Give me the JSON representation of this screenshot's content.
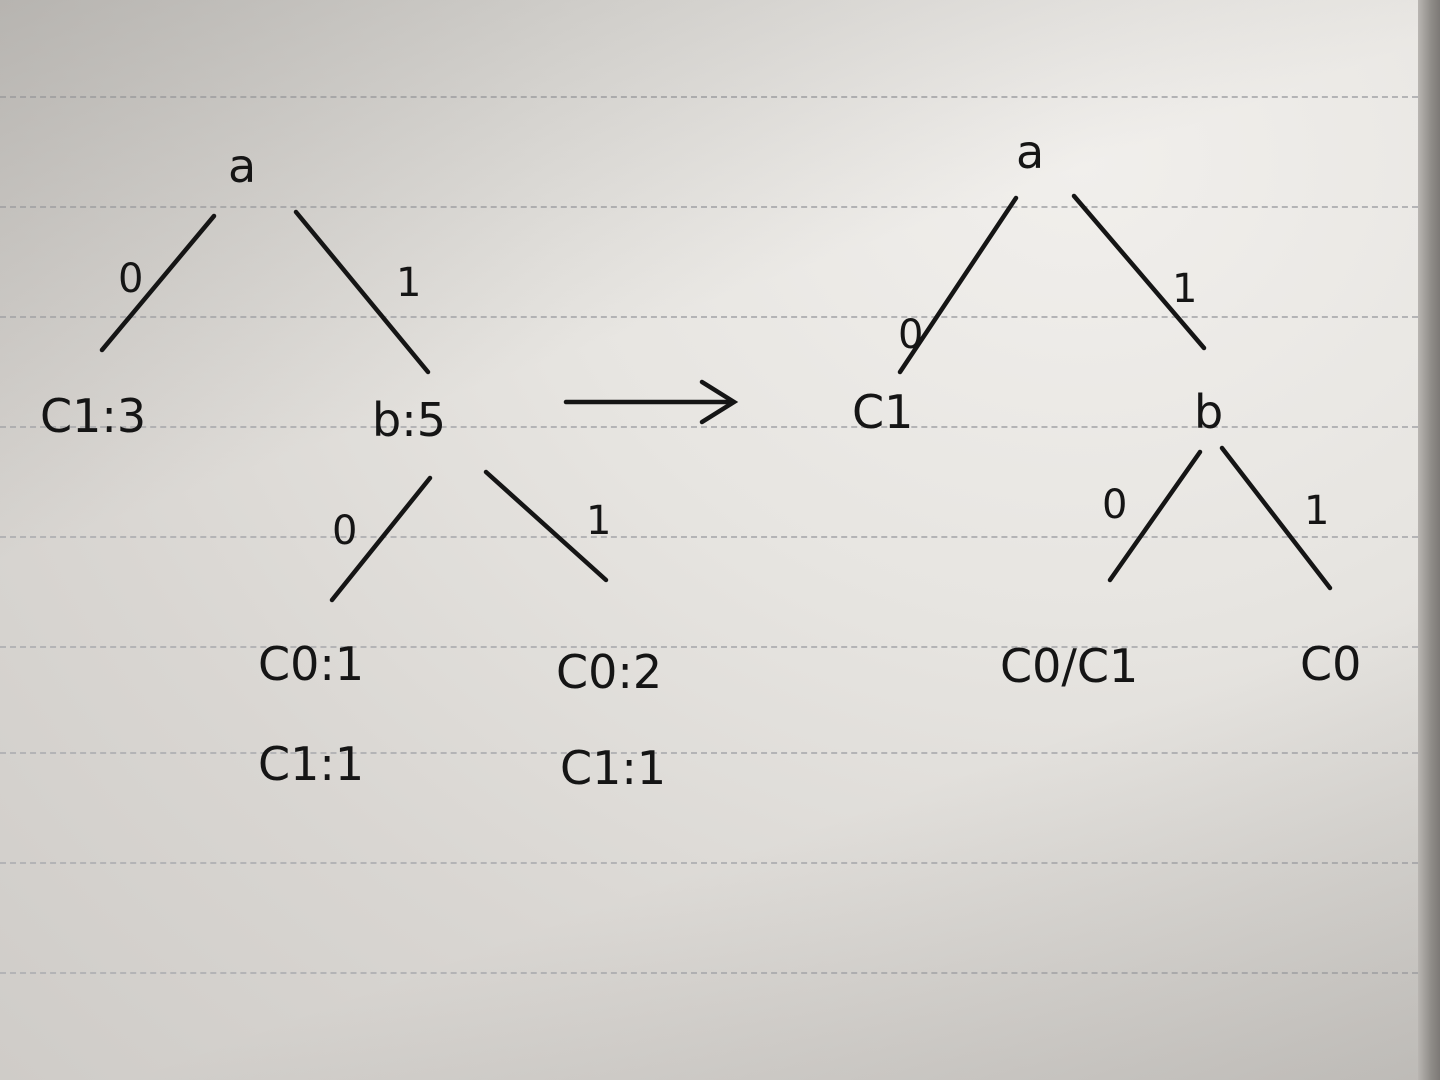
{
  "left_tree": {
    "root": "a",
    "edge_left": "0",
    "edge_right": "1",
    "leaf_left": "C1:3",
    "node_b": "b:5",
    "b_edge_left": "0",
    "b_edge_right": "1",
    "bl_line1": "C0:1",
    "bl_line2": "C1:1",
    "br_line1": "C0:2",
    "br_line2": "C1:1"
  },
  "right_tree": {
    "root": "a",
    "edge_left": "0",
    "edge_right": "1",
    "leaf_left": "C1",
    "node_b": "b",
    "b_edge_left": "0",
    "b_edge_right": "1",
    "leaf_bl": "C0/C1",
    "leaf_br": "C0"
  },
  "colors": {
    "ink": "#151515",
    "paper": "#e7e5e1",
    "rule": "#b4b4b6"
  }
}
